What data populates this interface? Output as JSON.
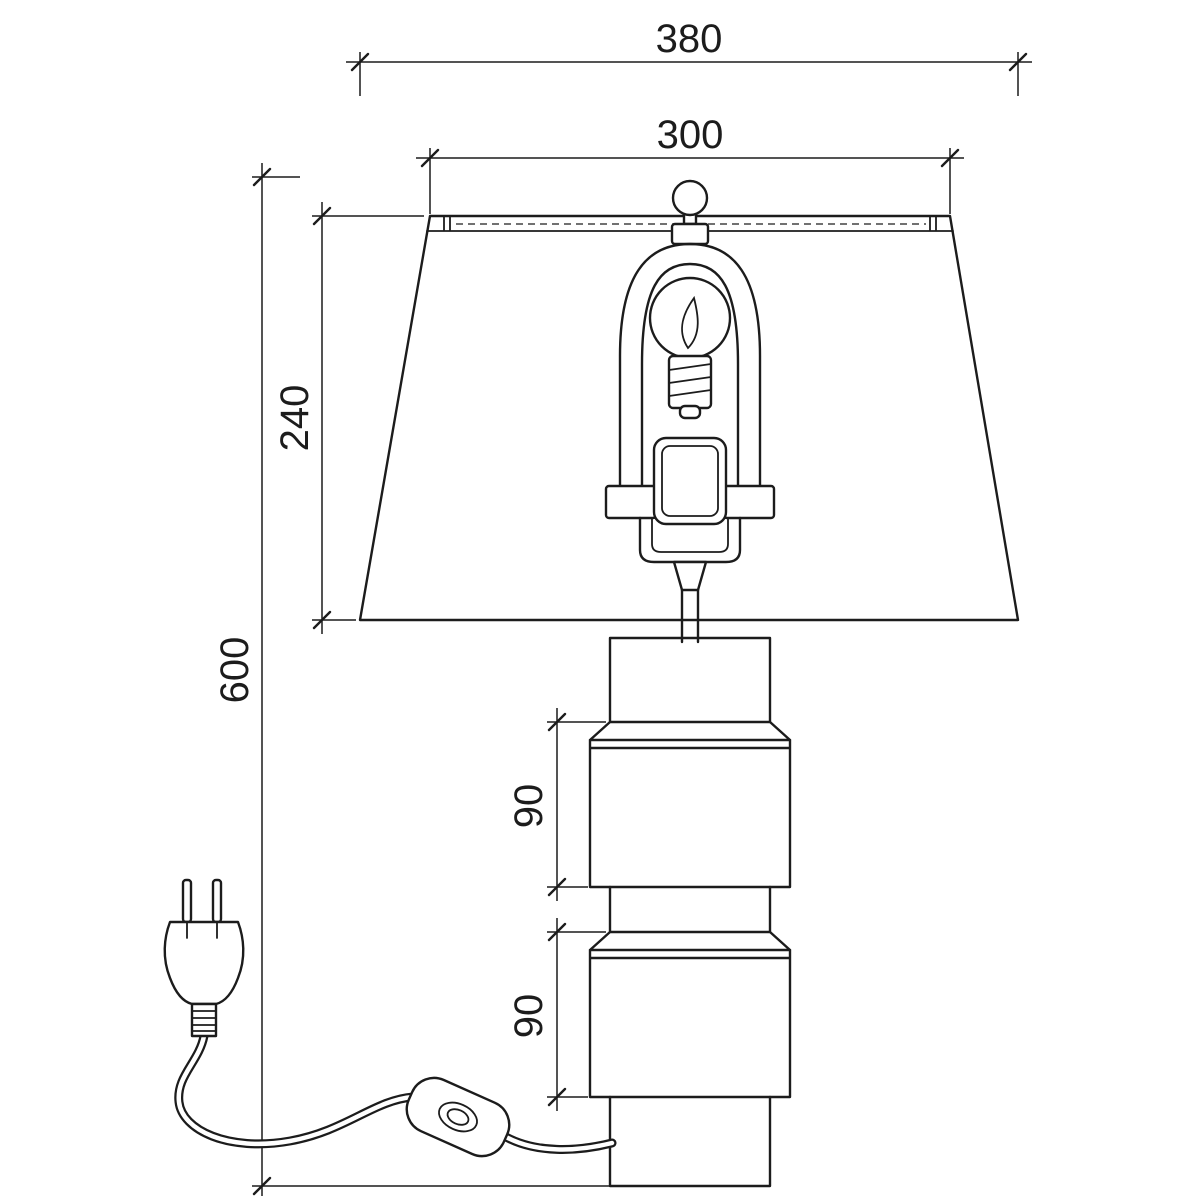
{
  "drawing": {
    "background": "#ffffff",
    "line_color": "#1c1c1c",
    "subject": "table lamp dimensional drawing",
    "dim_labels": {
      "shade_bottom_width": "380",
      "shade_top_width": "300",
      "shade_height": "240",
      "total_height": "600",
      "upper_cube_height": "90",
      "lower_cube_height": "90"
    }
  }
}
